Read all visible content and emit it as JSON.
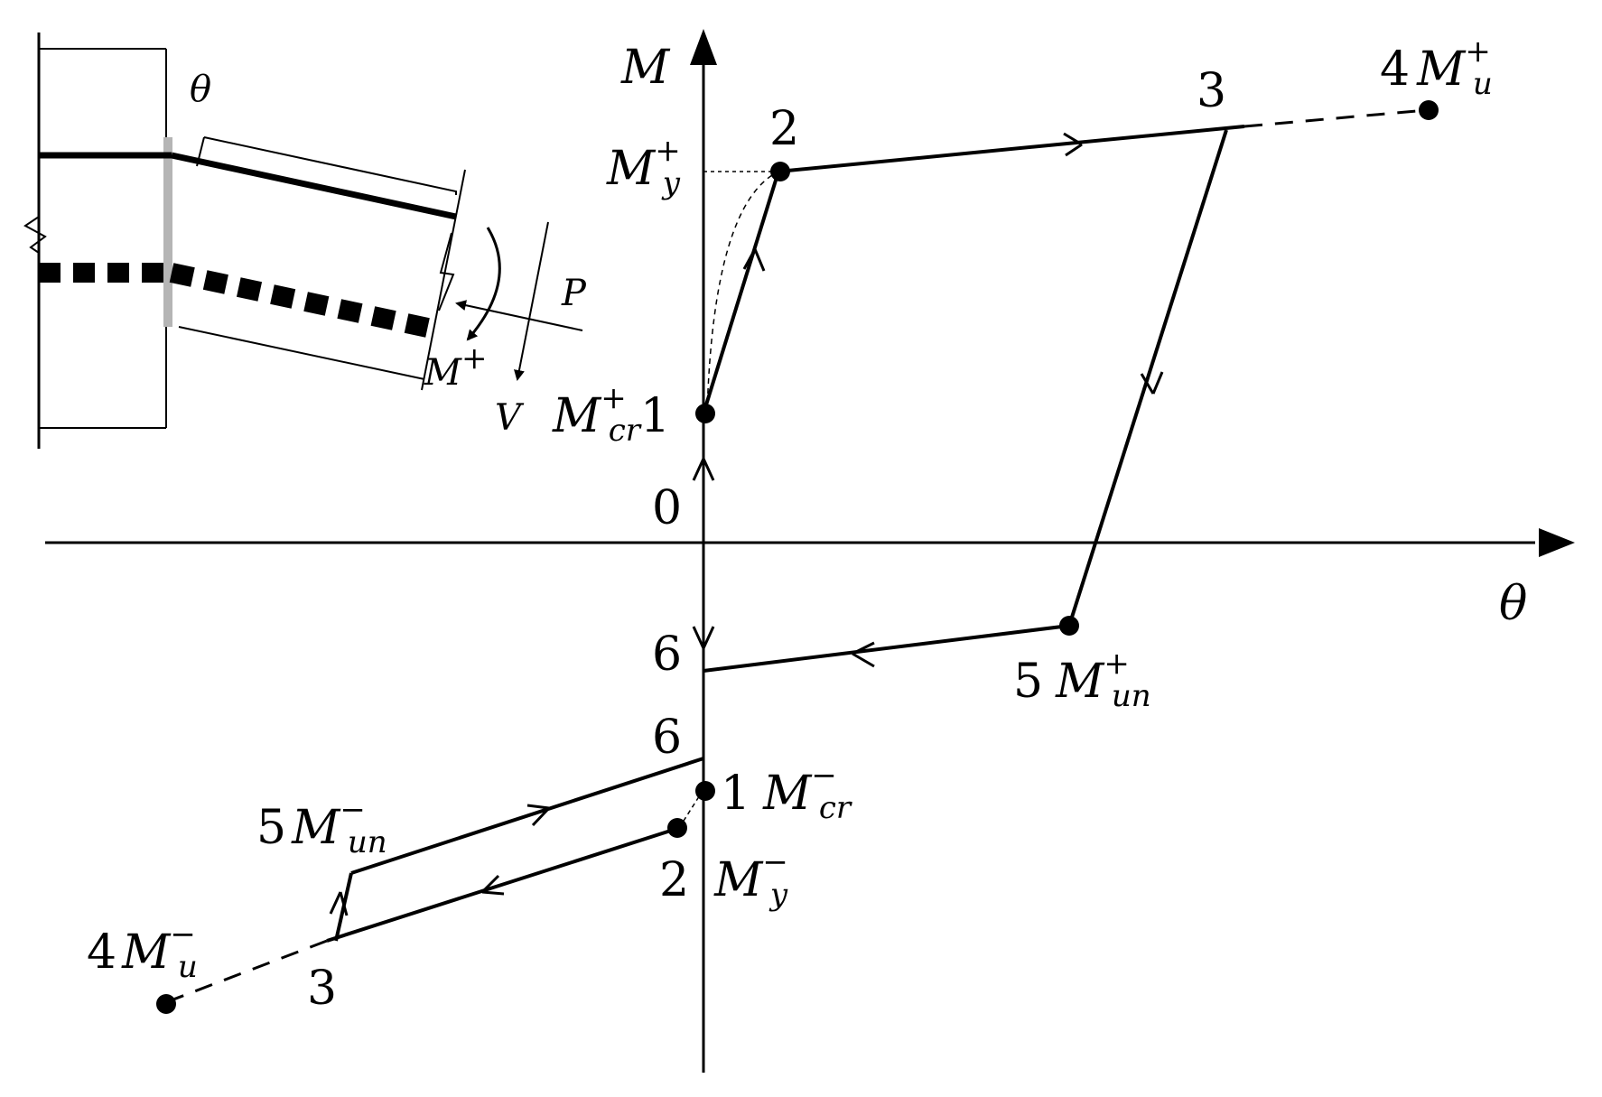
{
  "axes": {
    "y_label": "M",
    "x_label": "θ",
    "origin_label": "0"
  },
  "positive_branch": {
    "p1": {
      "num": "1",
      "sym": "M",
      "sup": "+",
      "sub": "cr"
    },
    "p2": {
      "num": "2"
    },
    "p2_axis": {
      "sym": "M",
      "sup": "+",
      "sub": "y"
    },
    "p3": {
      "num": "3"
    },
    "p4": {
      "num": "4",
      "sym": "M",
      "sup": "+",
      "sub": "u"
    },
    "p5": {
      "num": "5",
      "sym": "M",
      "sup": "+",
      "sub": "un"
    },
    "p6": {
      "num": "6"
    }
  },
  "negative_branch": {
    "p1": {
      "num": "1",
      "sym": "M",
      "sup": "−",
      "sub": "cr"
    },
    "p2": {
      "num": "2",
      "sym": "M",
      "sup": "−",
      "sub": "y"
    },
    "p3": {
      "num": "3"
    },
    "p4": {
      "num": "4",
      "sym": "M",
      "sup": "−",
      "sub": "u"
    },
    "p5": {
      "num": "5",
      "sym": "M",
      "sup": "−",
      "sub": "un"
    },
    "p6": {
      "num": "6"
    }
  },
  "inset": {
    "rotation_label": "θ",
    "axial_label": "P",
    "moment_label": "M",
    "moment_sup": "+",
    "shear_label": "V"
  }
}
